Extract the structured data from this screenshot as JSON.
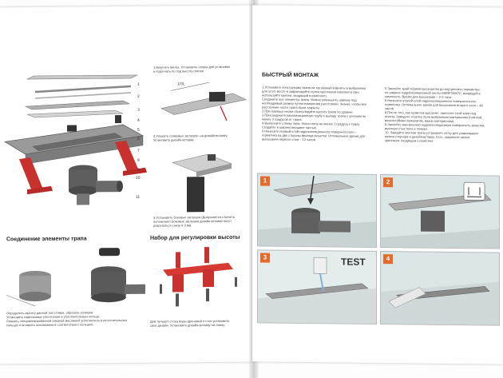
{
  "left_page": {
    "exploded_view": {
      "part_numbers": [
        "1",
        "2",
        "3",
        "4",
        "5",
        "6",
        "7",
        "8",
        "9",
        "10",
        "11"
      ]
    },
    "step1": {
      "text": "1.Вкрутить винты. Установить опоры для установки\nи подогнать по под высоту плитки."
    },
    "level_label": "1/3L",
    "step2": {
      "text": "2.Уложить сливовых заглушек -на дизайн-вставку.\nУстановить дизайн-вставку."
    },
    "step3": {
      "text": "3.Установить боковые заглушки (Допускается к менять\nположение) Боковые заглушки дизайн-вставки могут\nразрезаться снизу и 9 мм."
    },
    "section_connections": {
      "title": "Соединение элементы трапа",
      "text": "Определить высоту данной той стяжки, обрезать излишки.\nУстановить намочковые уплотнения в уплотнительных кольцо.\nСмазать специализированной смазкой маслиный уплотнитель в уплотнительных\nкольцах и вставить основанием в соответствии с кольцом."
    },
    "section_height": {
      "title": "Набор для регулировки высоты",
      "text": "Для лучшего стока воды дренажей и стоп установить\nсвое дизайн. Установите дизайн-вставку на ложку."
    }
  },
  "right_page": {
    "title": "БЫСТРЫЙ МОНТАЖ",
    "col1": "1.Установите конструкцию трапа на так ваннай комнаты в выбранном\nдля этого месте и зафиксируйте путем крепления комплекта (без\nиспользуйте крепеж, входящий в комплект).\nСоедините все элементы трапа. Можно уменьшить ширину под\nнеобходимый размер путем измерения расстояния. Значит, чтобы все\nрасстояние части трапа были закрыты.\n2.При помощи «ножи отрегулируйте высоту трапа по уровню.\n3.Присоедините канализационную трубу к выходу трапа с уклоном не\nменее 2 градусов от трапа.\n4.Выполните стяжку пола. Уклон пола не менее 1 градуса к трапу.\nСоздайте в ширину вершине частью.\n5.Нанесите первый слой гидроизоляционного поверхностного\nгерметика на две стороны фланца решетки. Оптимальное время для\nвысыхания первого слоя – 12 часов.",
    "col2": "5.Заклейте край периметра решетки до внутреннего периметра\nпо ширине гидроизоляционной ленты MARFTANTC, входящей в\nкомплекте. Время для высыхания – 2-3 часа.\n6.Нанесите второй слой гидроизоляционного поверхностного\nгерметика. Оптимальное время для высыхания второго слоя – 48\nчасов.\n8.После того, как герметик высохнет, нанесите слой клея под\nплитку. Заведите стрелку пола выбранным материалом (плиткой,\nвласостойким ламинатом, ванни материалом).\n9.Заклейте внутреннюю гидроизоляционную поверхность решетки,\nвысокую стык пола к пониже.\n10. Заведите монтаж трапа установите сетку для улавливания\nмелкого мусора и дизайн-вставку. Есть, закрепите ничем\nкрепежем, входящем к комплект.",
    "steps": [
      {
        "number": "1"
      },
      {
        "number": "2"
      },
      {
        "number": "3",
        "label": "TEST"
      },
      {
        "number": "4"
      }
    ]
  }
}
